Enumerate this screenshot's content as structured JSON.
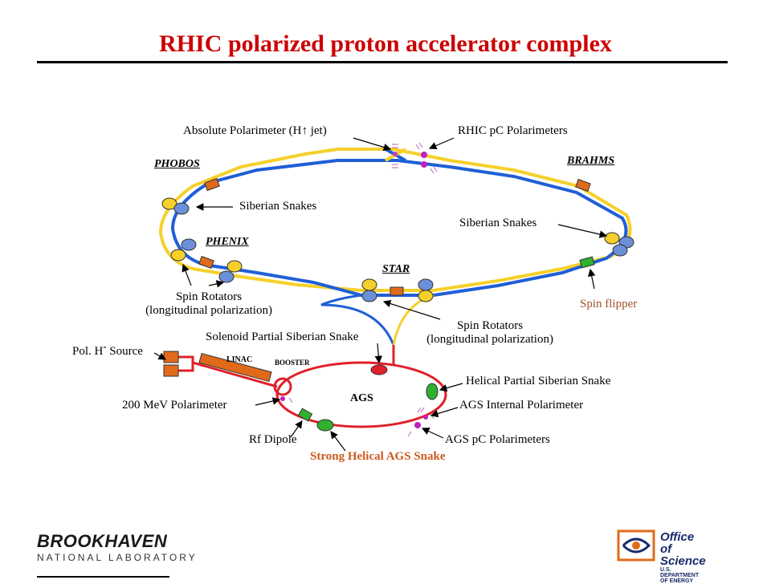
{
  "title": "RHIC polarized proton accelerator complex",
  "labels": {
    "abs_polarimeter": "Absolute Polarimeter (H",
    "abs_polarimeter_jet": "jet)",
    "rhic_pc": "RHIC pC Polarimeters",
    "phobos": "PHOBOS",
    "brahms": "BRAHMS",
    "phenix": "PHENIX",
    "star": "STAR",
    "snakes_left": "Siberian Snakes",
    "snakes_right": "Siberian Snakes",
    "spin_rot_left_1": "Spin Rotators",
    "spin_rot_left_2": "(longitudinal polarization)",
    "spin_rot_right_1": "Spin Rotators",
    "spin_rot_right_2": "(longitudinal polarization)",
    "spin_flipper": "Spin flipper",
    "solenoid": "Solenoid Partial Siberian Snake",
    "pol_source_a": "Pol. H",
    "pol_source_sup": "-",
    "pol_source_b": "Source",
    "linac": "LINAC",
    "booster": "BOOSTER",
    "ags": "AGS",
    "helical": "Helical Partial Siberian Snake",
    "mev_polarimeter": "200 MeV Polarimeter",
    "ags_internal": "AGS Internal Polarimeter",
    "rf_dipole": "Rf Dipole",
    "ags_pc": "AGS pC Polarimeters",
    "strong_snake": "Strong Helical AGS Snake"
  },
  "logos": {
    "bnl_name": "BROOKHAVEN",
    "bnl_sub": "NATIONAL LABORATORY",
    "ofs_line1": "Office of",
    "ofs_line2": "Science",
    "ofs_sub": "U.S. DEPARTMENT OF ENERGY"
  },
  "colors": {
    "blue_ring": "#1f5fd6",
    "yellow_ring": "#f5d02a",
    "red_line": "#e0202a",
    "detector": "#e06a1a",
    "green": "#2fb02f",
    "title": "#cc0000"
  }
}
